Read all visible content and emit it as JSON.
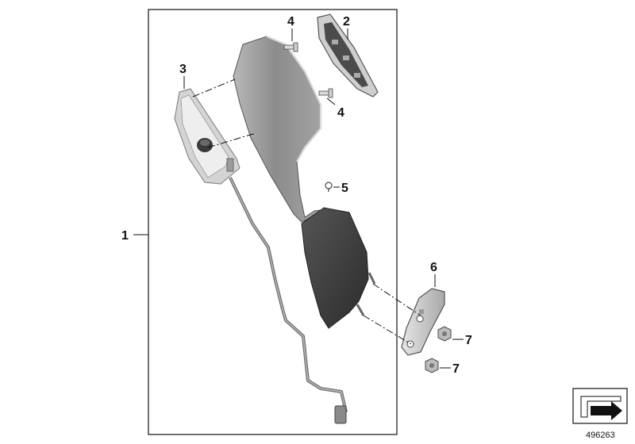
{
  "callouts": {
    "c1": "1",
    "c2": "2",
    "c3": "3",
    "c4a": "4",
    "c4b": "4",
    "c5": "5",
    "c6": "6",
    "c7a": "7",
    "c7b": "7"
  },
  "reference_number": "496263",
  "colors": {
    "housing": "#9a9a9a",
    "housing_light": "#c9c9c9",
    "base_dark": "#3d3d3d",
    "line": "#111111"
  },
  "icons": {
    "corner_symbol": "arrow-in-box-icon"
  }
}
